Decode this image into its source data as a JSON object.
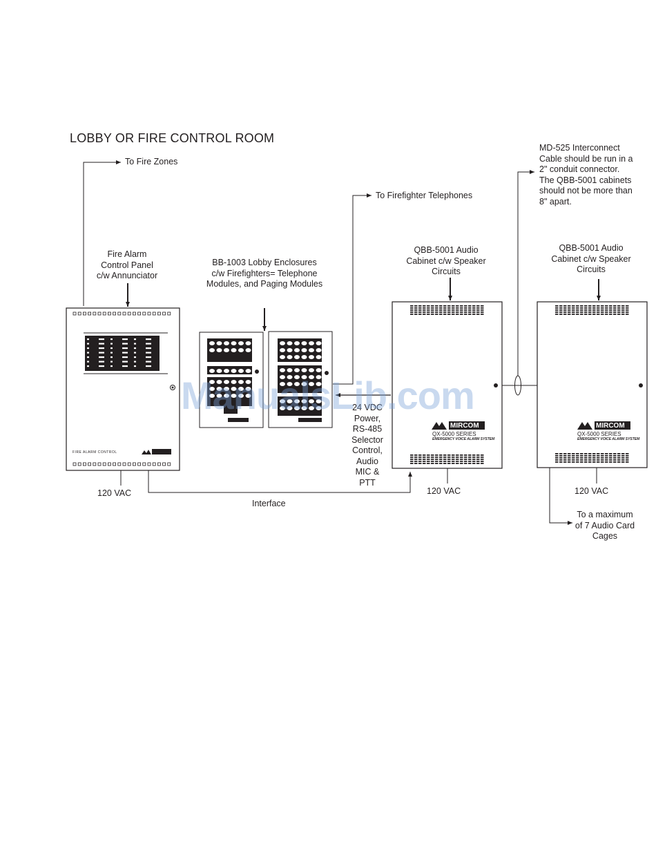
{
  "title": "LOBBY OR FIRE CONTROL ROOM",
  "watermark": "ManualsLib.com",
  "labels": {
    "fire_zones": "To Fire Zones",
    "facp": "Fire Alarm\nControl Panel\nc/w Annunciator",
    "bb1003": "BB-1003 Lobby Enclosures\nc/w Firefighters= Telephone\nModules, and Paging Modules",
    "ff_tel": "To Firefighter Telephones",
    "qbb_a": "QBB-5001 Audio\nCabinet c/w Speaker\nCircuits",
    "qbb_b": "QBB-5001 Audio\nCabinet c/w Speaker\nCircuits",
    "md525": "MD-525 Interconnect\nCable should be run in a\n2\" conduit connector.\nThe QBB-5001 cabinets\nshould not be more than\n8\" apart.",
    "power": "24 VDC\nPower,\nRS-485\nSelector\nControl,\nAudio\nMIC &\nPTT",
    "vac1": "120 VAC",
    "vac2": "120 VAC",
    "vac3": "120 VAC",
    "interface": "Interface",
    "audio_cages": "To a maximum\nof 7 Audio Card\nCages",
    "facp_footer": "FIRE ALARM CONTROL",
    "brand": "MIRCOM",
    "series": "QX-5000 SERIES",
    "series_sub": "EMERGENCY VOICE ALARM SYSTEM"
  }
}
